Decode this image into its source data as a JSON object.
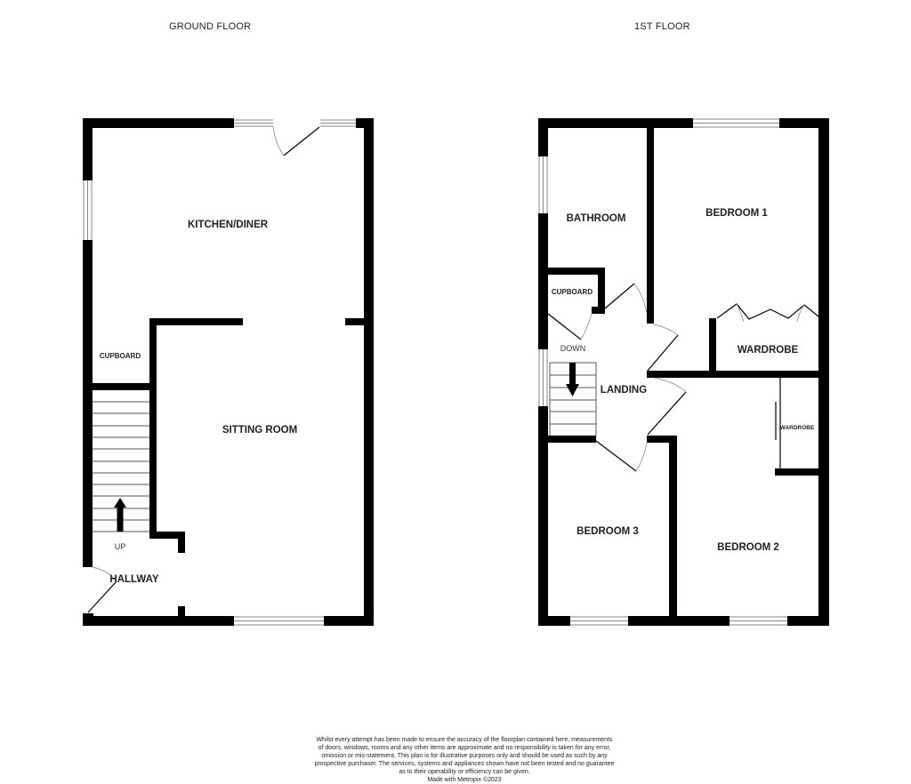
{
  "floors": {
    "ground": {
      "title": "GROUND FLOOR",
      "rooms": {
        "kitchen_diner": "KITCHEN/DINER",
        "cupboard": "CUPBOARD",
        "sitting_room": "SITTING ROOM",
        "hallway": "HALLWAY"
      },
      "stairs_label": "UP"
    },
    "first": {
      "title": "1ST FLOOR",
      "rooms": {
        "bathroom": "BATHROOM",
        "bedroom_1": "BEDROOM 1",
        "cupboard": "CUPBOARD",
        "wardrobe_1": "WARDROBE",
        "landing": "LANDING",
        "wardrobe_2": "WARDROBE",
        "bedroom_3": "BEDROOM 3",
        "bedroom_2": "BEDROOM 2"
      },
      "stairs_label": "DOWN"
    }
  },
  "disclaimer": {
    "lines": [
      "Whilst every attempt has been made to ensure the accuracy of the floorplan contained here, measurements",
      "of doors, windows, rooms and any other items are approximate and no responsibility is taken for any error,",
      "omission or mis-statement. This plan is for illustrative purposes only and should be used as such by any",
      "prospective purchaser. The services, systems and appliances shown have not been tested and no guarantee",
      "as to their operability or efficiency can be given."
    ],
    "credit": "Made with Metropix ©2023"
  },
  "colors": {
    "wall": "#000000",
    "background": "#ffffff",
    "window": "#888888"
  }
}
